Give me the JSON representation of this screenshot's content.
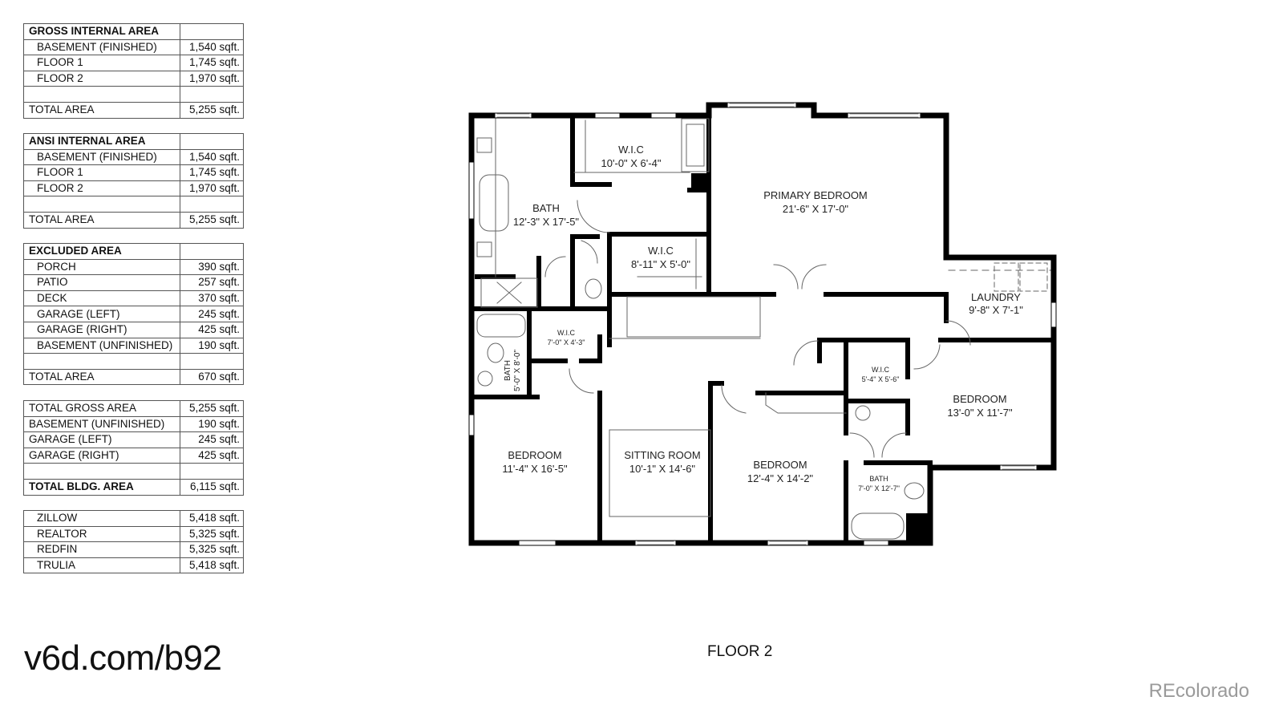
{
  "tables": {
    "gross": {
      "title": "GROSS INTERNAL AREA",
      "rows": [
        {
          "label": "BASEMENT (FINISHED)",
          "value": "1,540 sqft."
        },
        {
          "label": "FLOOR 1",
          "value": "1,745 sqft."
        },
        {
          "label": "FLOOR 2",
          "value": "1,970 sqft."
        }
      ],
      "total_label": "TOTAL AREA",
      "total_value": "5,255 sqft."
    },
    "ansi": {
      "title": "ANSI INTERNAL AREA",
      "rows": [
        {
          "label": "BASEMENT (FINISHED)",
          "value": "1,540 sqft."
        },
        {
          "label": "FLOOR 1",
          "value": "1,745 sqft."
        },
        {
          "label": "FLOOR 2",
          "value": "1,970 sqft."
        }
      ],
      "total_label": "TOTAL AREA",
      "total_value": "5,255 sqft."
    },
    "excluded": {
      "title": "EXCLUDED AREA",
      "rows": [
        {
          "label": "PORCH",
          "value": "390 sqft."
        },
        {
          "label": "PATIO",
          "value": "257 sqft."
        },
        {
          "label": "DECK",
          "value": "370 sqft."
        },
        {
          "label": "GARAGE (LEFT)",
          "value": "245 sqft."
        },
        {
          "label": "GARAGE (RIGHT)",
          "value": "425 sqft."
        },
        {
          "label": "BASEMENT (UNFINISHED)",
          "value": "190 sqft."
        }
      ],
      "total_label": "TOTAL AREA",
      "total_value": "670 sqft."
    },
    "building": {
      "rows": [
        {
          "label": "TOTAL GROSS AREA",
          "value": "5,255 sqft."
        },
        {
          "label": "BASEMENT (UNFINISHED)",
          "value": "190 sqft."
        },
        {
          "label": "GARAGE (LEFT)",
          "value": "245 sqft."
        },
        {
          "label": "GARAGE (RIGHT)",
          "value": "425 sqft."
        }
      ],
      "total_label": "TOTAL BLDG. AREA",
      "total_value": "6,115 sqft."
    },
    "listings": {
      "rows": [
        {
          "label": "ZILLOW",
          "value": "5,418 sqft."
        },
        {
          "label": "REALTOR",
          "value": "5,325 sqft."
        },
        {
          "label": "REDFIN",
          "value": "5,325 sqft."
        },
        {
          "label": "TRULIA",
          "value": "5,418 sqft."
        }
      ]
    }
  },
  "floorplan": {
    "floor_label": "FLOOR 2",
    "rooms": [
      {
        "name": "W.I.C",
        "dims": "10'-0\" X 6'-4\""
      },
      {
        "name": "PRIMARY BEDROOM",
        "dims": "21'-6\" X 17'-0\""
      },
      {
        "name": "BATH",
        "dims": "12'-3\" X 17'-5\""
      },
      {
        "name": "W.I.C",
        "dims": "8'-11\" X 5'-0\""
      },
      {
        "name": "LAUNDRY",
        "dims": "9'-8\" X 7'-1\""
      },
      {
        "name": "W.I.C",
        "dims": "7'-0\" X 4'-3\""
      },
      {
        "name": "BATH",
        "dims": "5'-0\" X 8'-0\""
      },
      {
        "name": "W.I.C",
        "dims": "5'-4\" X 5'-6\""
      },
      {
        "name": "BEDROOM",
        "dims": "13'-0\" X 11'-7\""
      },
      {
        "name": "BEDROOM",
        "dims": "11'-4\" X 16'-5\""
      },
      {
        "name": "SITTING ROOM",
        "dims": "10'-1\" X 14'-6\""
      },
      {
        "name": "BEDROOM",
        "dims": "12'-4\" X 14'-2\""
      },
      {
        "name": "BATH",
        "dims": "7'-0\" X 12'-7\""
      }
    ]
  },
  "footer": {
    "url": "v6d.com/b92",
    "watermark": "REcolorado"
  }
}
